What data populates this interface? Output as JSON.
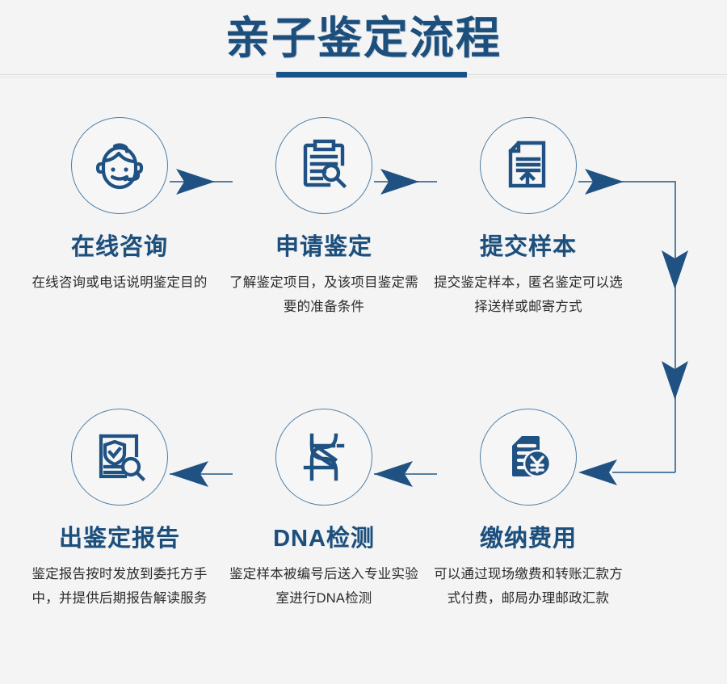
{
  "header": {
    "title": "亲子鉴定流程",
    "accent_color": "#17528a",
    "title_color": "#1d4f7c"
  },
  "theme": {
    "background": "#f4f4f4",
    "circle_stroke": "#4e7fa6",
    "arrow_fill": "#1f5283",
    "heading_color": "#1d4f7c",
    "body_text_color": "#2b2b2b"
  },
  "flow": {
    "steps": [
      {
        "index": 1,
        "icon": "headset-operator-icon",
        "title": "在线咨询",
        "desc": "在线咨询或电话说明鉴定目的"
      },
      {
        "index": 2,
        "icon": "clipboard-search-icon",
        "title": "申请鉴定",
        "desc": "了解鉴定项目，及该项目鉴定需要的准备条件"
      },
      {
        "index": 3,
        "icon": "document-upload-icon",
        "title": "提交样本",
        "desc": "提交鉴定样本，匿名鉴定可以选择送样或邮寄方式"
      },
      {
        "index": 4,
        "icon": "invoice-yuan-icon",
        "title": "缴纳费用",
        "desc": "可以通过现场缴费和转账汇款方式付费，邮局办理邮政汇款"
      },
      {
        "index": 5,
        "icon": "dna-helix-icon",
        "title": "DNA检测",
        "desc": "鉴定样本被编号后送入专业实验室进行DNA检测"
      },
      {
        "index": 6,
        "icon": "report-shield-search-icon",
        "title": "出鉴定报告",
        "desc": "鉴定报告按时发放到委托方手中，并提供后期报告解读服务"
      }
    ],
    "connectors": [
      {
        "name": "arrow-step1-to-step2",
        "direction": "right"
      },
      {
        "name": "arrow-step2-to-step3",
        "direction": "right"
      },
      {
        "name": "arrow-step3-to-step4",
        "direction": "right-then-down"
      },
      {
        "name": "arrow-step4-to-step5",
        "direction": "left"
      },
      {
        "name": "arrow-step5-to-step6",
        "direction": "left"
      }
    ]
  }
}
